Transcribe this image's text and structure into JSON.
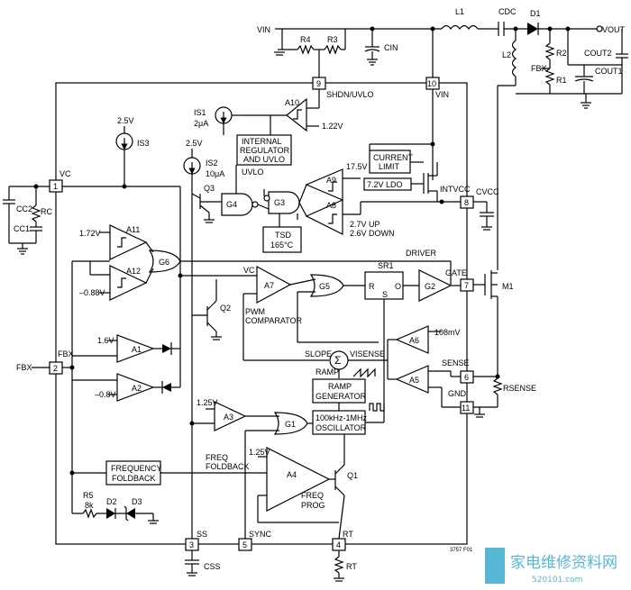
{
  "labels": {
    "vin": "VIN",
    "l1": "L1",
    "cdc": "CDC",
    "d1": "D1",
    "vout": "VOUT",
    "r4": "R4",
    "r3": "R3",
    "cin": "CIN",
    "l2": "L2",
    "fbx_top": "FBX",
    "r2": "R2",
    "r1": "R1",
    "cout2": "COUT2",
    "cout1": "COUT1",
    "shdn": "SHDN/UVLO",
    "vin_pin": "VIN",
    "a10": "A10",
    "v122": "1.22V",
    "is1": "IS1",
    "is1_val": "2μA",
    "v25a": "2.5V",
    "is3": "IS3",
    "v25b": "2.5V",
    "is2": "IS2",
    "is2_val": "10μA",
    "ireg1": "INTERNAL",
    "ireg2": "REGULATOR",
    "ireg3": "AND UVLO",
    "uvlo": "UVLO",
    "cl1": "CURRENT",
    "cl2": "LIMIT",
    "ldo": "7.2V LDO",
    "intvcc": "INTVCC",
    "v175": "17.5V",
    "a9": "A9",
    "a8": "A8",
    "g3": "G3",
    "g4": "G4",
    "q3": "Q3",
    "v27": "2.7V UP",
    "v26": "2.6V DOWN",
    "tsd1": "TSD",
    "tsd2": "165°C",
    "cvcc": "CVCC",
    "vc_pin": "VC",
    "cc2": "CC2",
    "rc": "RC",
    "cc1": "CC1",
    "a11": "A11",
    "v172": "1.72V",
    "a12": "A12",
    "v088": "–0.88V",
    "g6": "G6",
    "vc_int": "VC",
    "a7": "A7",
    "pwm1": "PWM",
    "pwm2": "COMPARATOR",
    "g5": "G5",
    "sr1": "SR1",
    "r": "R",
    "s": "S",
    "q": "O",
    "driver": "DRIVER",
    "g2": "G2",
    "gate": "GATE",
    "m1": "M1",
    "q2": "Q2",
    "fbx_int": "FBX",
    "fbx_ext": "FBX",
    "a1": "A1",
    "v16": "1.6V",
    "a2": "A2",
    "v08": "–0.8V",
    "slope": "SLOPE",
    "visense": "VISENSE",
    "a6": "A6",
    "mv108": "108mV",
    "sense": "SENSE",
    "a5": "A5",
    "gnd": "GND",
    "rsense": "RSENSE",
    "ramp": "RAMP",
    "rg1": "RAMP",
    "rg2": "GENERATOR",
    "osc1": "100kHz-1MHz",
    "osc2": "OSCILLATOR",
    "v125a": "1.25V",
    "a3": "A3",
    "g1": "G1",
    "freq1": "FREQ",
    "freq2": "FOLDBACK",
    "ff1": "FREQUENCY",
    "ff2": "FOLDBACK",
    "v125b": "1.25V",
    "a4": "A4",
    "q1": "Q1",
    "fp1": "FREQ",
    "fp2": "PROG",
    "r5": "R5",
    "r5v": "8k",
    "d2": "D2",
    "d3": "D3",
    "ss": "SS",
    "sync": "SYNC",
    "rt": "RT",
    "css": "CSS",
    "rt_res": "RT",
    "fig": "3757 F01",
    "wm_cn": "家电维修资料网",
    "wm_url": "520101.com"
  },
  "pins": [
    "9",
    "10",
    "8",
    "7",
    "6",
    "11",
    "1",
    "2",
    "3",
    "5",
    "4"
  ]
}
